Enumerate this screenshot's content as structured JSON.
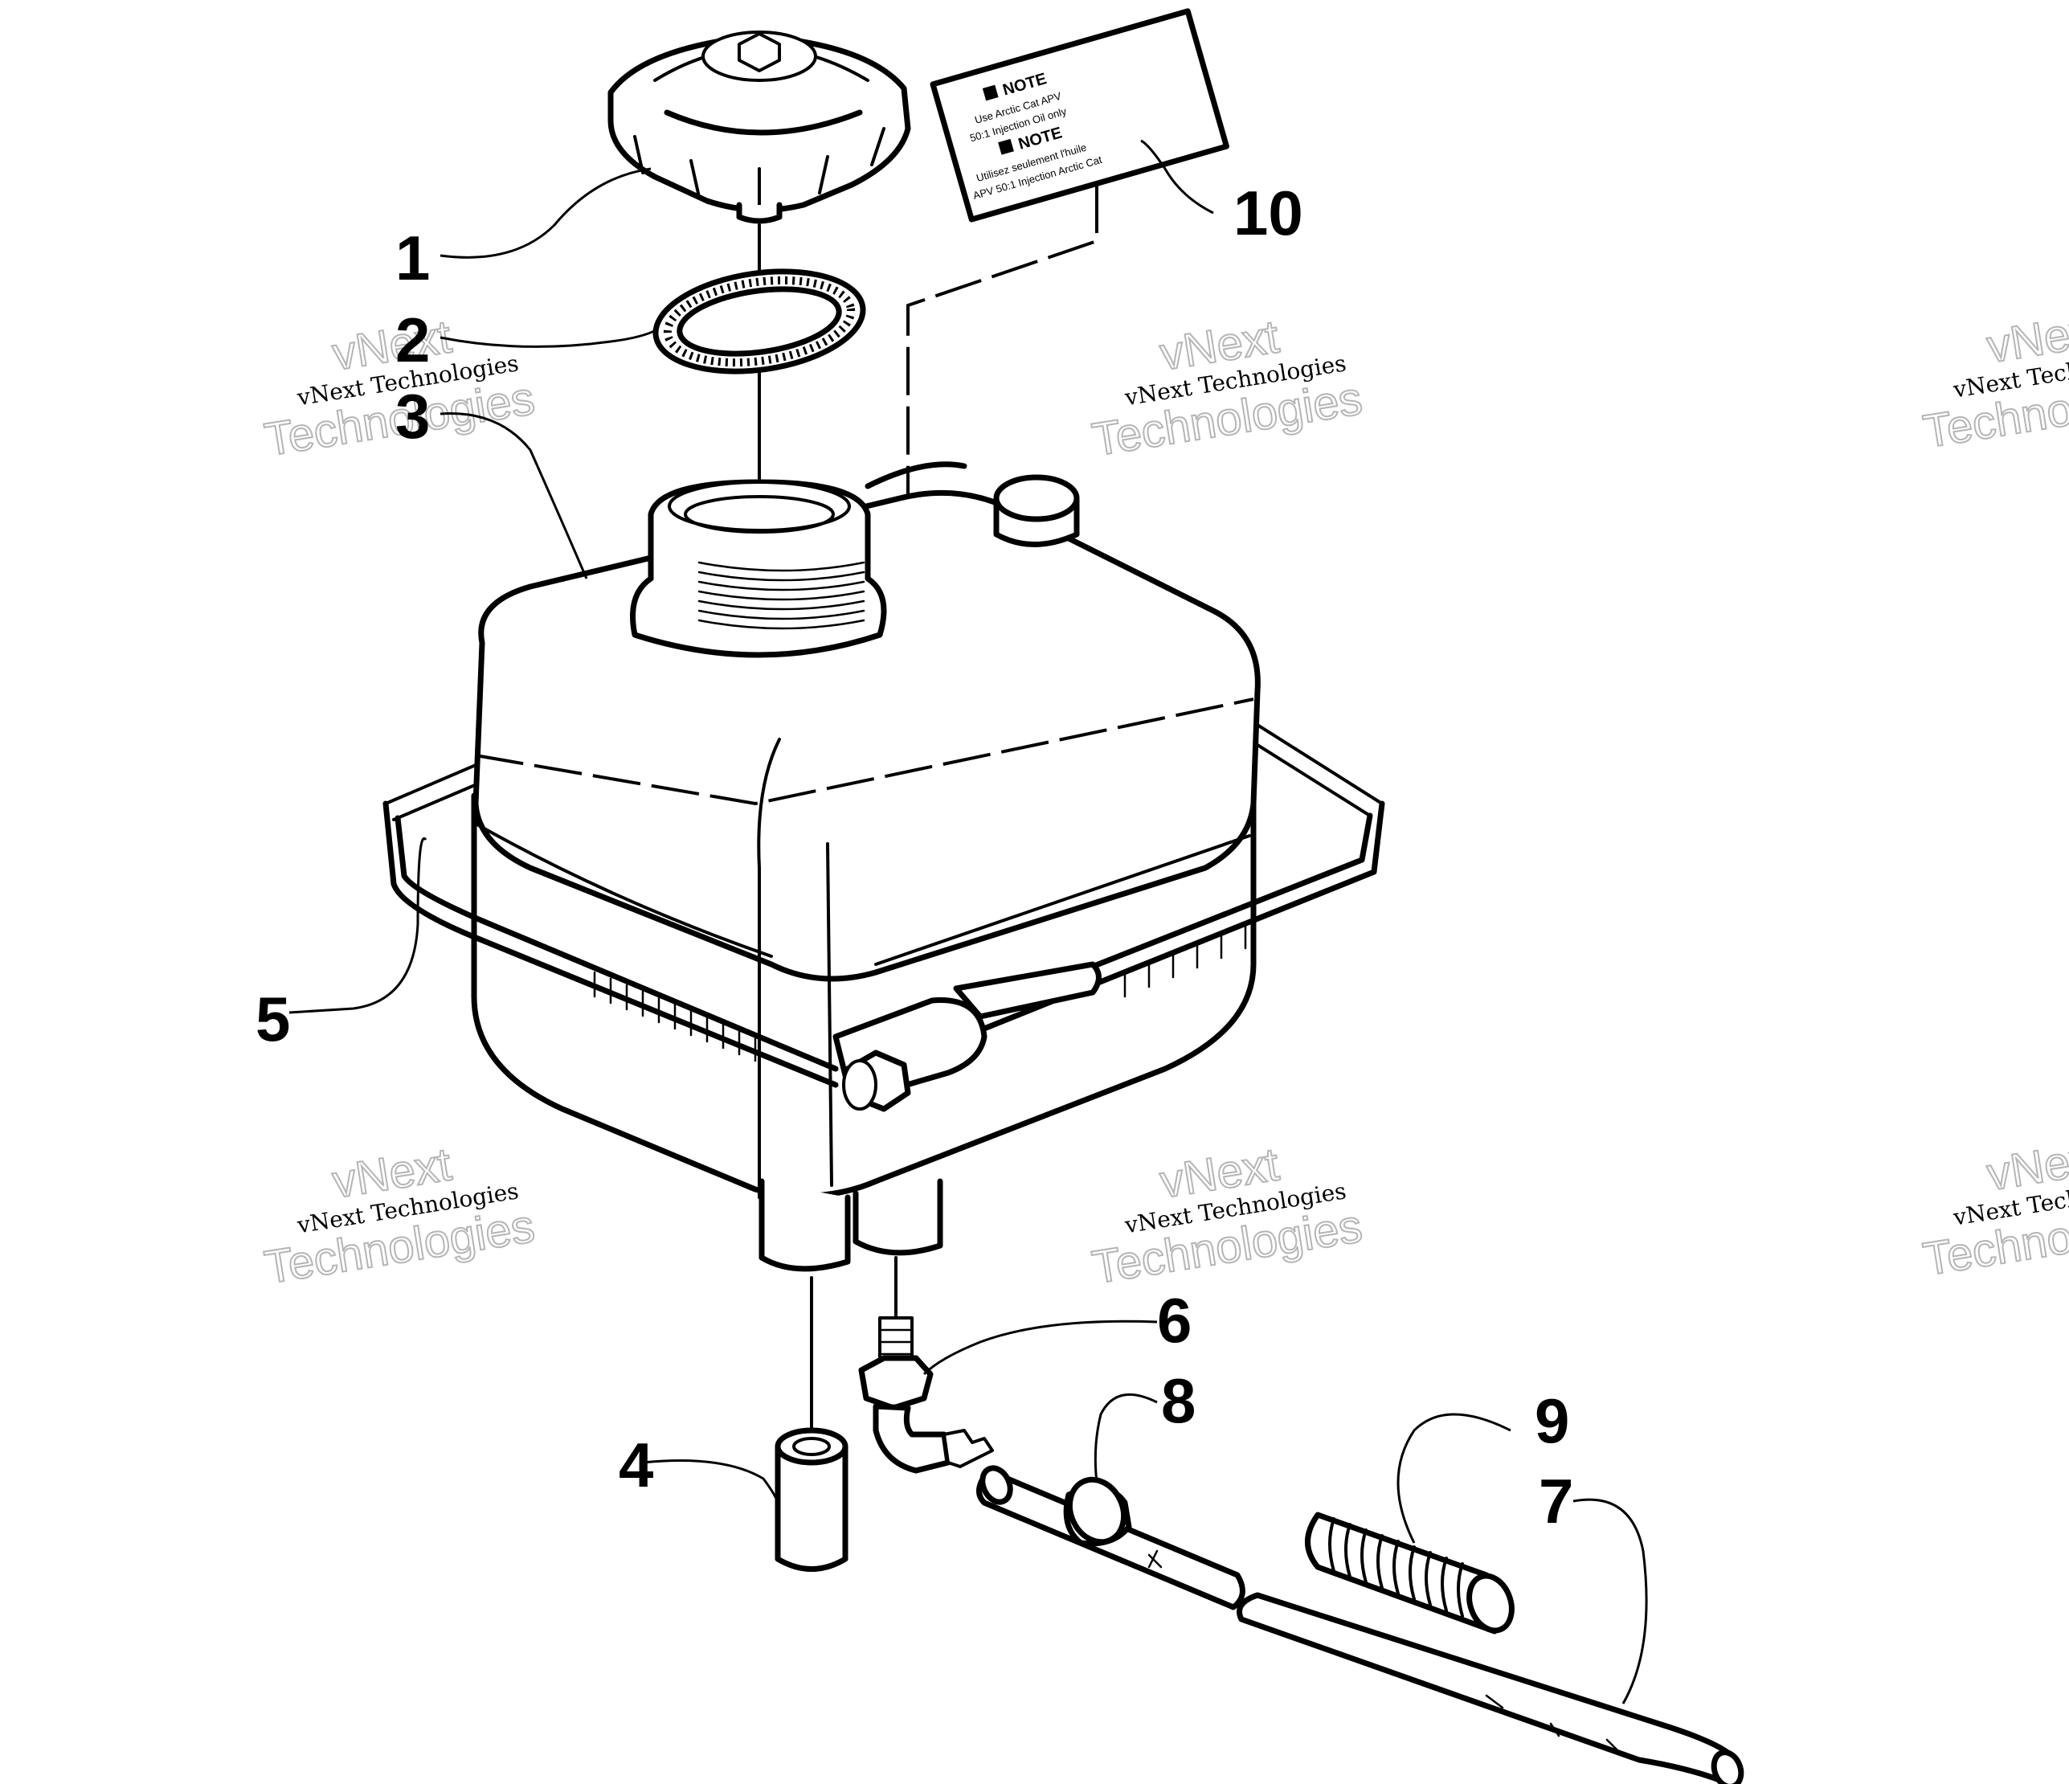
{
  "callouts": {
    "c1": "1",
    "c2": "2",
    "c3": "3",
    "c4": "4",
    "c5": "5",
    "c6": "6",
    "c7": "7",
    "c8": "8",
    "c9": "9",
    "c10": "10"
  },
  "label_note": {
    "heading_en": "NOTE",
    "line1_en": "Use Arctic Cat APV",
    "line2_en": "50:1 Injection Oil only",
    "heading_fr": "NOTE",
    "line1_fr": "Utilisez seulement l'huile",
    "line2_fr": "APV 50:1 Injection Arctic Cat"
  },
  "watermark": {
    "line_small": "vNext Technologies",
    "line_big_1": "vNext",
    "line_big_2": "Technologies"
  }
}
